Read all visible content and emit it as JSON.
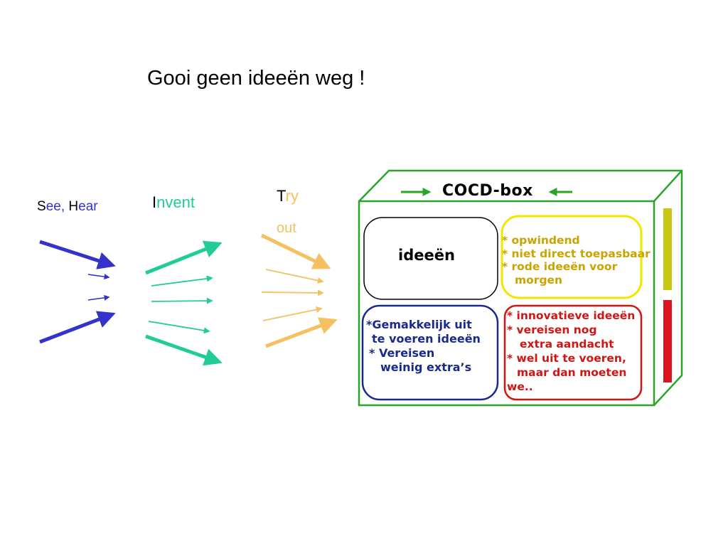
{
  "title": "Gooi geen ideeën weg !",
  "stages": {
    "see": {
      "first": "S",
      "rest": "ee, ",
      "second": "H",
      "rest2": "ear"
    },
    "invent": {
      "first": "I",
      "rest": "nvent"
    },
    "try": {
      "first": "T",
      "rest": "ry",
      "line2": "out"
    }
  },
  "cocd": {
    "title": "COCD-box",
    "ideas": "ideeën",
    "yellow": [
      "* opwindend",
      "* niet direct toepasbaar",
      "* rode ideeën voor",
      "morgen"
    ],
    "blue": [
      "*Gemakkelijk uit",
      "te  voeren ideeën",
      "* Vereisen",
      "weinig extra’s"
    ],
    "red": [
      "* innovatieve ideeën",
      "* vereisen nog",
      "extra aandacht",
      "* wel uit te voeren,",
      "maar dan moeten",
      "we.."
    ]
  },
  "colors": {
    "see": "#3333cc",
    "invent": "#22cc99",
    "try": "#f5c060",
    "box_green": "#2aa52a",
    "yellow": "#f2e600",
    "red": "#d01515",
    "blue": "#1a2a8c",
    "yellow_bar": "#c8c814",
    "red_bar": "#d8141e"
  }
}
